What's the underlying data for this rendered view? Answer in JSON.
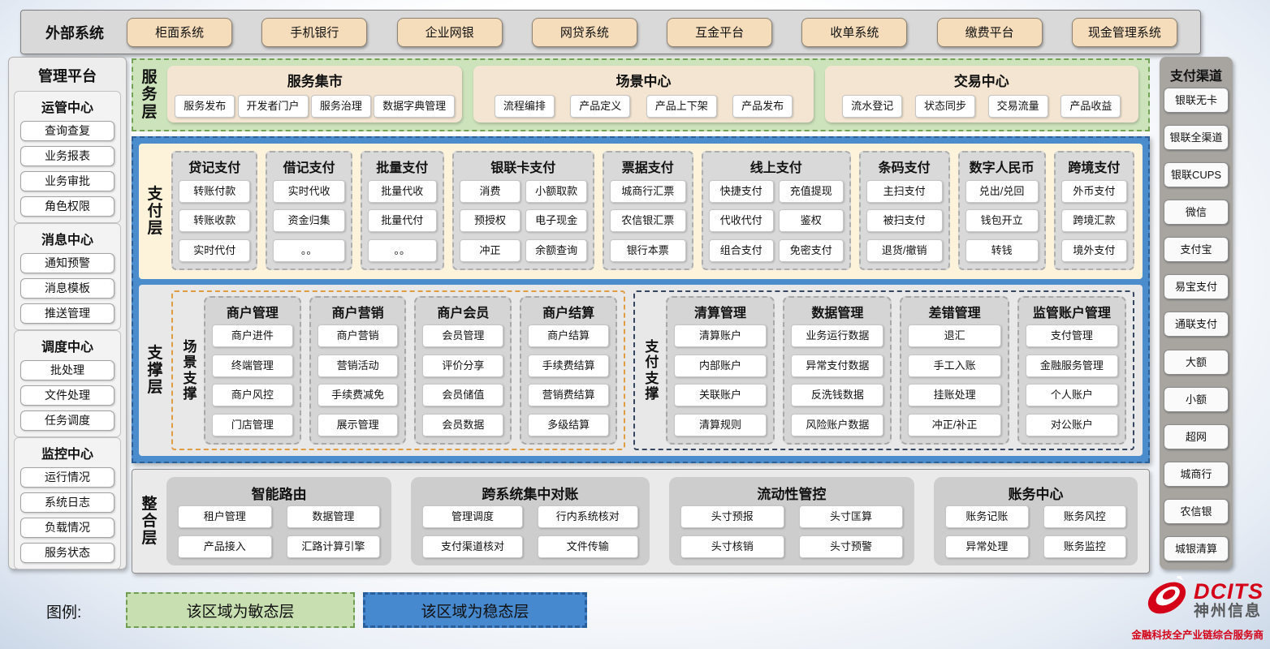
{
  "external_systems": {
    "label": "外部系统",
    "items": [
      "柜面系统",
      "手机银行",
      "企业网银",
      "网贷系统",
      "互金平台",
      "收单系统",
      "缴费平台",
      "现金管理系统"
    ]
  },
  "management_platform": {
    "title": "管理平台",
    "groups": [
      {
        "title": "运管中心",
        "items": [
          "查询查复",
          "业务报表",
          "业务审批",
          "角色权限"
        ]
      },
      {
        "title": "消息中心",
        "items": [
          "通知预警",
          "消息模板",
          "推送管理"
        ]
      },
      {
        "title": "调度中心",
        "items": [
          "批处理",
          "文件处理",
          "任务调度"
        ]
      },
      {
        "title": "监控中心",
        "items": [
          "运行情况",
          "系统日志",
          "负载情况",
          "服务状态"
        ]
      }
    ]
  },
  "service_layer": {
    "label": "服务层",
    "sections": [
      {
        "title": "服务集市",
        "items": [
          "服务发布",
          "开发者门户",
          "服务治理",
          "数据字典管理"
        ]
      },
      {
        "title": "场景中心",
        "items": [
          "流程编排",
          "产品定义",
          "产品上下架",
          "产品发布"
        ]
      },
      {
        "title": "交易中心",
        "items": [
          "流水登记",
          "状态同步",
          "交易流量",
          "产品收益"
        ]
      }
    ]
  },
  "stable_zone": {
    "payment_layer": {
      "label": "支付层",
      "columns": [
        {
          "title": "贷记支付",
          "cols": 1,
          "items": [
            "转账付款",
            "转账收款",
            "实时代付"
          ]
        },
        {
          "title": "借记支付",
          "cols": 1,
          "items": [
            "实时代收",
            "资金归集",
            "。。"
          ]
        },
        {
          "title": "批量支付",
          "cols": 1,
          "items": [
            "批量代收",
            "批量代付",
            "。。"
          ]
        },
        {
          "title": "银联卡支付",
          "cols": 2,
          "items": [
            "消费",
            "小额取款",
            "预授权",
            "电子现金",
            "冲正",
            "余额查询"
          ]
        },
        {
          "title": "票据支付",
          "cols": 1,
          "items": [
            "城商行汇票",
            "农信银汇票",
            "银行本票"
          ]
        },
        {
          "title": "线上支付",
          "cols": 2,
          "items": [
            "快捷支付",
            "充值提现",
            "代收代付",
            "鉴权",
            "组合支付",
            "免密支付"
          ]
        },
        {
          "title": "条码支付",
          "cols": 1,
          "items": [
            "主扫支付",
            "被扫支付",
            "退货/撤销"
          ]
        },
        {
          "title": "数字人民币",
          "cols": 1,
          "items": [
            "兑出/兑回",
            "钱包开立",
            "转钱"
          ]
        },
        {
          "title": "跨境支付",
          "cols": 1,
          "items": [
            "外币支付",
            "跨境汇款",
            "境外支付"
          ]
        }
      ]
    },
    "support_layer": {
      "label": "支撑层",
      "scene_support": {
        "label": "场景支撑",
        "columns": [
          {
            "title": "商户管理",
            "items": [
              "商户进件",
              "终端管理",
              "商户风控",
              "门店管理"
            ]
          },
          {
            "title": "商户营销",
            "items": [
              "商户营销",
              "营销活动",
              "手续费减免",
              "展示管理"
            ]
          },
          {
            "title": "商户会员",
            "items": [
              "会员管理",
              "评价分享",
              "会员储值",
              "会员数据"
            ]
          },
          {
            "title": "商户结算",
            "items": [
              "商户结算",
              "手续费结算",
              "营销费结算",
              "多级结算"
            ]
          }
        ]
      },
      "payment_support": {
        "label": "支付支撑",
        "columns": [
          {
            "title": "清算管理",
            "items": [
              "清算账户",
              "内部账户",
              "关联账户",
              "清算规则"
            ]
          },
          {
            "title": "数据管理",
            "items": [
              "业务运行数据",
              "异常支付数据",
              "反洗钱数据",
              "风险账户数据"
            ]
          },
          {
            "title": "差错管理",
            "items": [
              "退汇",
              "手工入账",
              "挂账处理",
              "冲正/补正"
            ]
          },
          {
            "title": "监管账户管理",
            "items": [
              "支付管理",
              "金融服务管理",
              "个人账户",
              "对公账户"
            ]
          }
        ]
      }
    }
  },
  "integration_layer": {
    "label": "整合层",
    "sections": [
      {
        "title": "智能路由",
        "items": [
          "租户管理",
          "数据管理",
          "产品接入",
          "汇路计算引擎"
        ]
      },
      {
        "title": "跨系统集中对账",
        "items": [
          "管理调度",
          "行内系统核对",
          "支付渠道核对",
          "文件传输"
        ]
      },
      {
        "title": "流动性管控",
        "items": [
          "头寸预报",
          "头寸匡算",
          "头寸核销",
          "头寸预警"
        ]
      },
      {
        "title": "账务中心",
        "items": [
          "账务记账",
          "账务风控",
          "异常处理",
          "账务监控"
        ]
      }
    ]
  },
  "payment_channels": {
    "title": "支付渠道",
    "items": [
      "银联无卡",
      "银联全渠道",
      "银联CUPS",
      "微信",
      "支付宝",
      "易宝支付",
      "通联支付",
      "大额",
      "小额",
      "超网",
      "城商行",
      "农信银",
      "城银清算"
    ]
  },
  "legend": {
    "label": "图例:",
    "agile_label": "该区域为敏态层",
    "stable_label": "该区域为稳态层"
  },
  "logo": {
    "brand": "DCITS",
    "company": "神州信息",
    "tagline": "金融科技全产业链综合服务商"
  },
  "colors": {
    "agile_green": "#cde3bc",
    "stable_blue": "#4a8ccc",
    "payment_cream": "#fcf3da",
    "tan_button": "#f5dcba",
    "panel_gray": "#d9d9d9",
    "scene_accent": "#df9c40",
    "payment_support_accent": "#35465e",
    "brand_red": "#d40018"
  }
}
